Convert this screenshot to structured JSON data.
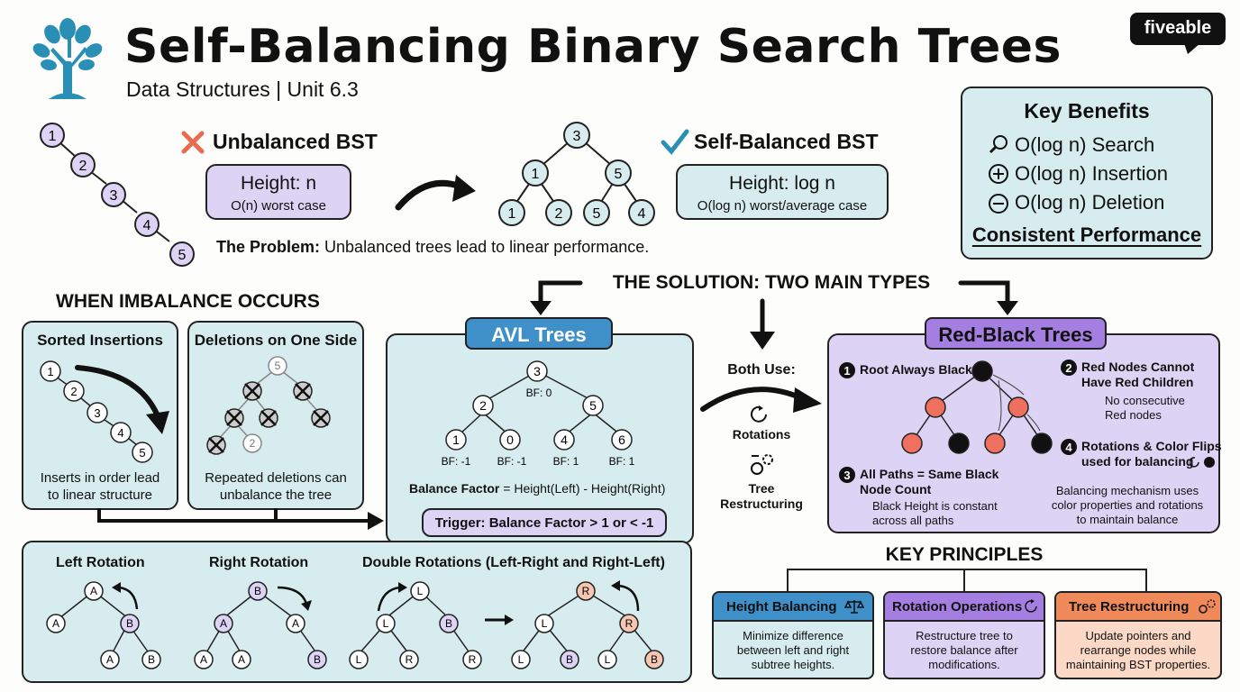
{
  "header": {
    "title": "Self-Balancing Binary Search Trees",
    "subtitle": "Data Structures | Unit 6.3",
    "brand": "fiveable",
    "logo_icon": "tree-icon"
  },
  "comparison": {
    "unbalanced_title": "Unbalanced BST",
    "unbalanced_height": "Height: n",
    "unbalanced_case": "O(n) worst case",
    "unbalanced_nodes": [
      "1",
      "2",
      "3",
      "4",
      "5"
    ],
    "balanced_title": "Self-Balanced BST",
    "balanced_height": "Height: log n",
    "balanced_case": "O(log n) worst/average case",
    "balanced_nodes": [
      "3",
      "1",
      "5",
      "1",
      "2",
      "5",
      "4"
    ],
    "problem_label": "The Problem:",
    "problem_text": "Unbalanced trees lead to linear performance."
  },
  "benefits": {
    "title": "Key Benefits",
    "items": [
      "O(log n) Search",
      "O(log n) Insertion",
      "O(log n) Deletion"
    ],
    "footer": "Consistent Performance"
  },
  "solution_heading": "THE SOLUTION: TWO MAIN TYPES",
  "imbalance": {
    "heading": "WHEN IMBALANCE OCCURS",
    "sorted_title": "Sorted Insertions",
    "sorted_nodes": [
      "1",
      "2",
      "3",
      "4",
      "5"
    ],
    "sorted_caption_1": "Inserts in order lead",
    "sorted_caption_2": "to linear structure",
    "deletions_title": "Deletions on One Side",
    "deletions_nodes": [
      "5",
      "2"
    ],
    "deletions_caption_1": "Repeated deletions can",
    "deletions_caption_2": "unbalance the tree"
  },
  "avl": {
    "title": "AVL Trees",
    "nodes": [
      "3",
      "2",
      "5",
      "1",
      "0",
      "4",
      "6"
    ],
    "bf_root": "BF: 0",
    "bf_labels": [
      "BF: -1",
      "BF: -1",
      "BF: 1",
      "BF: 1"
    ],
    "formula_label": "Balance Factor",
    "formula_text": "= Height(Left) - Height(Right)",
    "trigger": "Trigger: Balance Factor > 1 or < -1"
  },
  "both_use": {
    "label": "Both Use:",
    "rotations": "Rotations",
    "restructuring_1": "Tree",
    "restructuring_2": "Restructuring"
  },
  "rbt": {
    "title": "Red-Black Trees",
    "rule1_num": "1",
    "rule1": "Root Always Black",
    "rule2_num": "2",
    "rule2_1": "Red Nodes Cannot",
    "rule2_2": "Have Red Children",
    "rule2_sub_1": "No consecutive",
    "rule2_sub_2": "Red nodes",
    "rule3_num": "3",
    "rule3_1": "All Paths = Same Black",
    "rule3_2": "Node Count",
    "rule3_sub_1": "Black Height is constant",
    "rule3_sub_2": "across all paths",
    "rule4_num": "4",
    "rule4_1": "Rotations & Color Flips",
    "rule4_2": "used for balancing",
    "mech_1": "Balancing mechanism uses",
    "mech_2": "color properties and rotations",
    "mech_3": "to maintain balance",
    "colors": {
      "red": "#f07060",
      "black": "#111111"
    }
  },
  "rotations": {
    "left_title": "Left Rotation",
    "right_title": "Right Rotation",
    "double_title": "Double Rotations (Left-Right and Right-Left)",
    "left_nodes": [
      "A",
      "A",
      "B",
      "A",
      "B"
    ],
    "right_nodes": [
      "B",
      "A",
      "A",
      "A",
      "A",
      "B"
    ],
    "double_before": [
      "L",
      "L",
      "B",
      "L",
      "R",
      "R"
    ],
    "double_after": [
      "R",
      "L",
      "R",
      "L",
      "B",
      "L",
      "B"
    ]
  },
  "principles": {
    "heading": "KEY PRINCIPLES",
    "cards": [
      {
        "title": "Height Balancing",
        "icon": "scale-icon",
        "lines": [
          "Minimize difference",
          "between left and right",
          "subtree heights."
        ]
      },
      {
        "title": "Rotation Operations",
        "icon": "rotate-icon",
        "lines": [
          "Restructure tree to",
          "restore balance after",
          "modifications."
        ]
      },
      {
        "title": "Tree Restructuring",
        "icon": "gears-icon",
        "lines": [
          "Update pointers and",
          "rearrange nodes while",
          "maintaining BST properties."
        ]
      }
    ]
  },
  "colors": {
    "cyan_bg": "#d6ecef",
    "purple_bg": "#ddd3f5",
    "blue_tab": "#3f8fc9",
    "purple_tab": "#a47ee0",
    "orange_tab": "#f08a5a",
    "teal_logo": "#2a8fb5"
  }
}
